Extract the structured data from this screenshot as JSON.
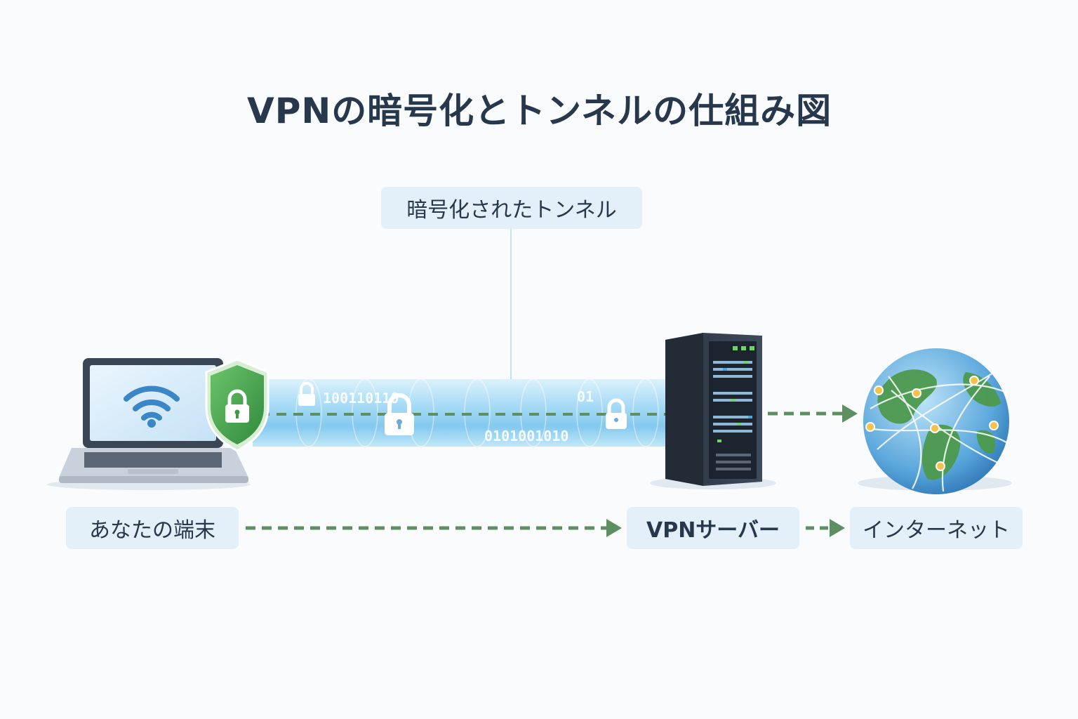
{
  "title": "VPNの暗号化とトンネルの仕組み図",
  "tunnel": {
    "label": "暗号化されたトンネル",
    "binary_top": "100110110",
    "binary_mid": "01",
    "binary_bottom": "0101001010"
  },
  "nodes": {
    "device": {
      "label": "あなたの端末",
      "icon": "laptop-wifi-icon"
    },
    "server": {
      "label": "VPNサーバー",
      "icon": "server-rack-icon"
    },
    "internet": {
      "label": "インターネット",
      "icon": "globe-network-icon"
    }
  },
  "colors": {
    "title": "#27384d",
    "label_bg": "#e3eff9",
    "arrow": "#5e8f62",
    "tunnel": "#8fd0f2",
    "shield": "#3f9a48",
    "wifi": "#3b86c6"
  }
}
